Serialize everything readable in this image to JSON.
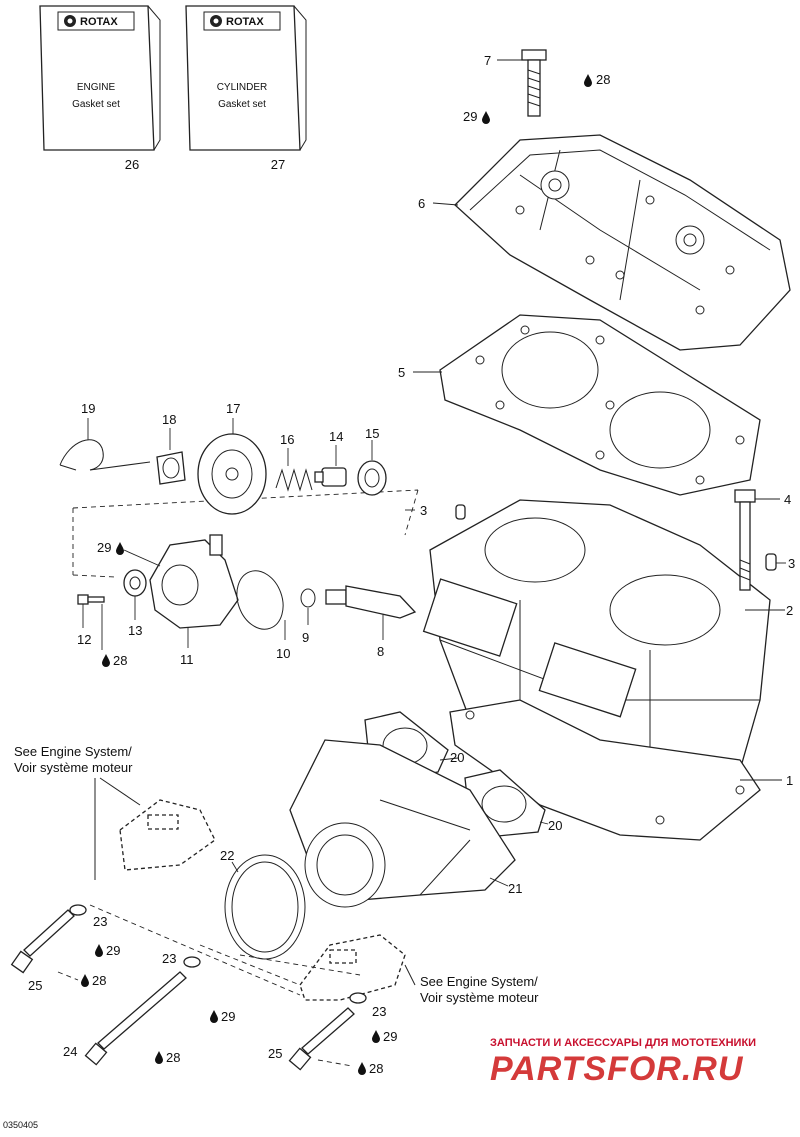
{
  "packages": [
    {
      "brand": "ROTAX",
      "line1": "ENGINE",
      "line2": "Gasket set",
      "number": "26"
    },
    {
      "brand": "ROTAX",
      "line1": "CYLINDER",
      "line2": "Gasket set",
      "number": "27"
    }
  ],
  "callouts": {
    "p1": "1",
    "p2": "2",
    "p3a": "3",
    "p3b": "3",
    "p4": "4",
    "p5": "5",
    "p6": "6",
    "p7": "7",
    "p8": "8",
    "p9": "9",
    "p10": "10",
    "p11": "11",
    "p12": "12",
    "p13": "13",
    "p14": "14",
    "p15": "15",
    "p16": "16",
    "p17": "17",
    "p18": "18",
    "p19": "19",
    "p20a": "20",
    "p20b": "20",
    "p21": "21",
    "p22": "22",
    "p23a": "23",
    "p23b": "23",
    "p23c": "23",
    "p24": "24",
    "p25a": "25",
    "p25b": "25"
  },
  "compounds": {
    "c28a": "28",
    "c29a": "29",
    "c29b": "29",
    "c28b": "28",
    "c29c": "29",
    "c28c": "28",
    "c29d": "29",
    "c28d": "28",
    "c29e": "29",
    "c28e": "28"
  },
  "references": {
    "left_line1": "See Engine System/",
    "left_line2": "Voir système moteur",
    "right_line1": "See Engine System/",
    "right_line2": "Voir système moteur"
  },
  "watermark": {
    "top": "ЗАПЧАСТИ И АКСЕССУАРЫ ДЛЯ МОТОТЕХНИКИ",
    "main": "PARTSFOR.RU"
  },
  "figure_code": "0350405",
  "colors": {
    "line": "#222222",
    "watermark": "#c8102e",
    "background": "#ffffff"
  }
}
